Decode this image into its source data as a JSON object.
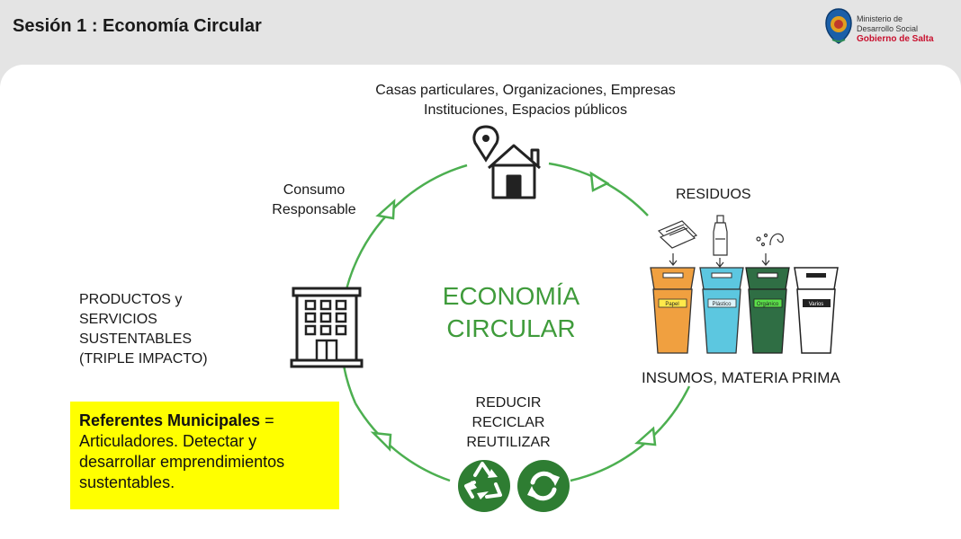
{
  "header": {
    "title": "Sesión 1 : Economía Circular"
  },
  "logo": {
    "line1": "Ministerio de",
    "line2": "Desarrollo Social",
    "line3": "Gobierno de Salta"
  },
  "diagram": {
    "top_label_line1": "Casas particulares, Organizaciones, Empresas",
    "top_label_line2": "Instituciones, Espacios públicos",
    "consumo_line1": "Consumo",
    "consumo_line2": "Responsable",
    "residuos": "RESIDUOS",
    "insumos": "INSUMOS, MATERIA PRIMA",
    "productos_line1": "PRODUCTOS y",
    "productos_line2": "SERVICIOS",
    "productos_line3": "SUSTENTABLES",
    "productos_line4": "(TRIPLE IMPACTO)",
    "center_line1": "ECONOMÍA",
    "center_line2": "CIRCULAR",
    "reducir": "REDUCIR",
    "reciclar": "RECICLAR",
    "reutilizar": "REUTILIZAR",
    "bins": [
      "Papel",
      "Plástico",
      "Orgánico",
      "Varios"
    ]
  },
  "note": {
    "bold": "Referentes Municipales",
    "rest": " = Articuladores. Detectar y desarrollar emprendimientos sustentables."
  },
  "colors": {
    "green": "#3f9b3b",
    "dark_green": "#2e7d32",
    "yellow": "#ffff00",
    "brand_red": "#c8102e"
  }
}
